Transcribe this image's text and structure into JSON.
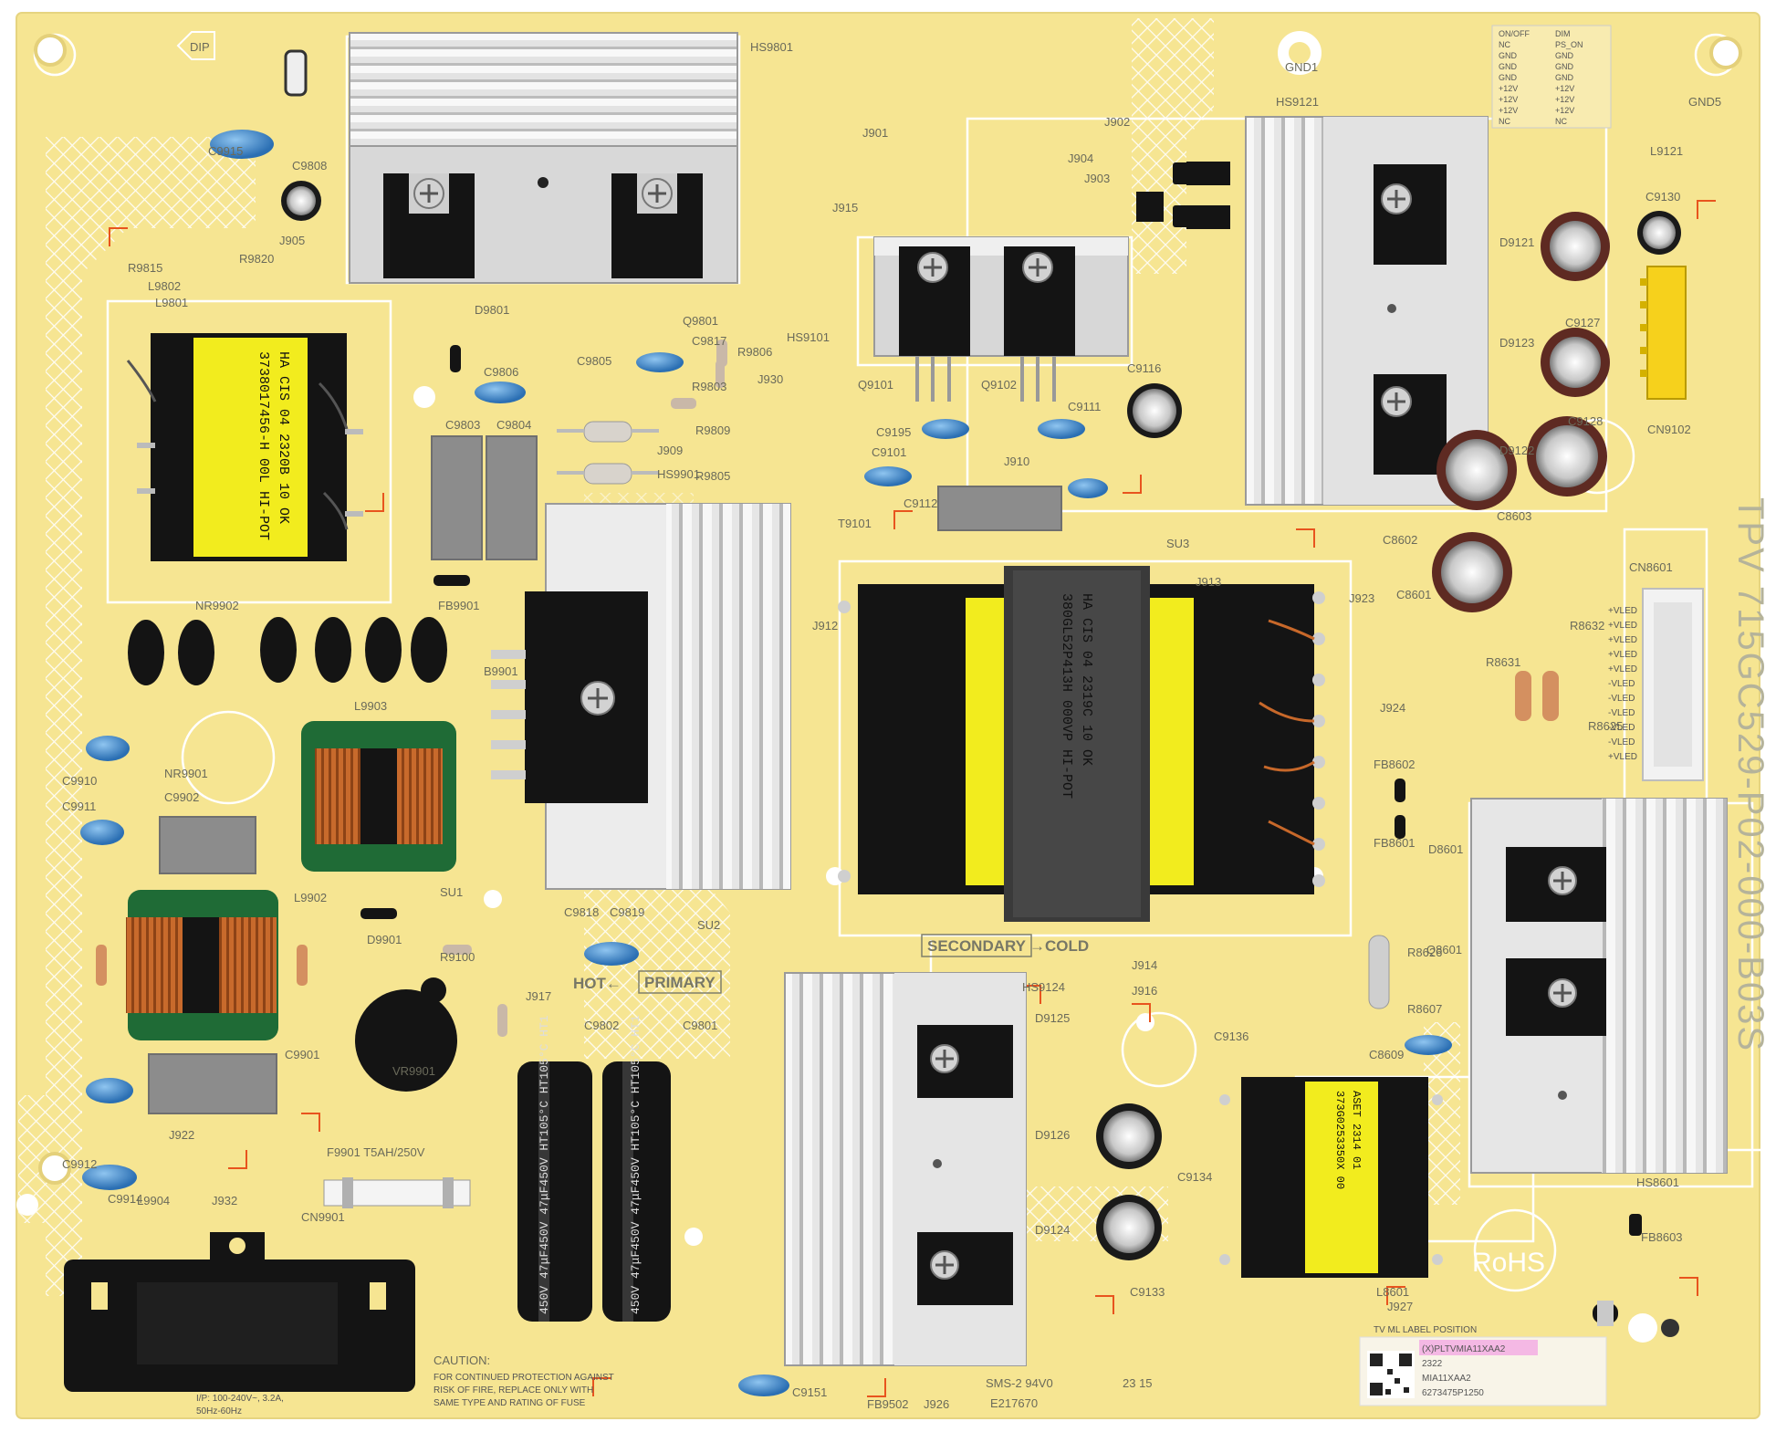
{
  "board": {
    "colors": {
      "pcb": "#f6e592",
      "silk": "#ffffff",
      "heatsink": "#d9d9d9",
      "mosfet": "#151515",
      "capacitor_blue": "#3f87c8",
      "transformer_yellow": "#f2ec1e",
      "trace_red": "#e8541e"
    },
    "model": "TPV 715GC529-P02-000-B03S",
    "label_position": "TV ML LABEL POSITION",
    "label": {
      "line1": "(X)PLTVMIA11XAA2",
      "line2": "2322",
      "line3": "MIA11XAA2",
      "line4": "6273475P1250"
    },
    "zones": {
      "secondary": "SECONDARY",
      "cold": "→COLD",
      "hot": "HOT←",
      "primary": "PRIMARY"
    },
    "rohs": "RoHS",
    "dip": "DIP",
    "fuse": "F9901 T5AH/250V",
    "ul_mark": "SMS-2 94V0",
    "date_code": "23 15",
    "e_number": "E217670",
    "caution": {
      "title": "CAUTION:",
      "lines": [
        "FOR CONTINUED PROTECTION AGAINST",
        "RISK OF FIRE, REPLACE ONLY WITH",
        "SAME TYPE AND RATING OF FUSE"
      ]
    },
    "input_rating": {
      "line1": "I/P: 100-240V~, 3.2A,",
      "line2": "50Hz-60Hz"
    },
    "transformers": {
      "main": {
        "lines": [
          "380GL52P413H  000VP HI-POT",
          "HA  CIS 04   2319C  10 OK"
        ]
      },
      "standby": {
        "lines": [
          "3738017456-H  00L HI-POT",
          "HA  CIS 04  2320B 10  OK"
        ]
      },
      "aux": {
        "lines": [
          "373G0253350X 00",
          "ASET  2314 01"
        ]
      }
    },
    "bulk_caps": {
      "left": "450V 47μF450V 47μF450V HT105°C HT105°C HT1",
      "right": "450V 47μF450V 47μF450V HT105°C HT105°C HT1"
    },
    "silk_labels": [
      "HS9801",
      "C9915",
      "C9808",
      "J905",
      "R9815",
      "R9820",
      "L9802",
      "L9801",
      "D9801",
      "Q9801",
      "C9817",
      "R9806",
      "C9806",
      "C9805",
      "R9803",
      "C9803",
      "C9804",
      "R9809",
      "R9805",
      "J909",
      "HS9901",
      "J901",
      "J904",
      "J903",
      "J902",
      "J915",
      "HS9101",
      "Q9101",
      "Q9102",
      "C9111",
      "C9116",
      "C9195",
      "C9101",
      "J910",
      "C9112",
      "T9101",
      "GND1",
      "GND5",
      "HS9121",
      "L9121",
      "C9130",
      "D9121",
      "D9123",
      "C9127",
      "C9128",
      "CN9102",
      "D9122",
      "C8602",
      "C8603",
      "C8601",
      "CN8601",
      "R8631",
      "R8632",
      "R8625",
      "J913",
      "J923",
      "J924",
      "FB8602",
      "FB8601",
      "D8601",
      "Q8601",
      "R8626",
      "R8607",
      "C8609",
      "HS8601",
      "L8601",
      "FB8603",
      "J927",
      "FB9901",
      "NR9902",
      "NR9901",
      "L9903",
      "C9902",
      "C9910",
      "C9911",
      "L9902",
      "D9901",
      "R9100",
      "C9818",
      "C9819",
      "J917",
      "C9802",
      "C9801",
      "C9901",
      "VR9901",
      "C9912",
      "C9914",
      "J922",
      "L9904",
      "CN9901",
      "J914",
      "J916",
      "HS9124",
      "D9125",
      "D9126",
      "D9124",
      "C9133",
      "C9134",
      "C9136",
      "FB9502",
      "J926",
      "C9151",
      "B9901",
      "SU1",
      "SU2",
      "SU3",
      "J912",
      "J930",
      "J932"
    ],
    "connector_pins": [
      "+VLED",
      "+VLED",
      "+VLED",
      "+VLED",
      "+VLED",
      "-VLED",
      "-VLED",
      "-VLED",
      "-VLED",
      "-VLED",
      "+VLED"
    ],
    "cn9102_table": [
      [
        "ON/OFF",
        "DIM"
      ],
      [
        "NC",
        "PS_ON"
      ],
      [
        "GND",
        "GND"
      ],
      [
        "GND",
        "GND"
      ],
      [
        "GND",
        "GND"
      ],
      [
        "+12V",
        "+12V"
      ],
      [
        "+12V",
        "+12V"
      ],
      [
        "+12V",
        "+12V"
      ],
      [
        "NC",
        "NC"
      ]
    ]
  }
}
